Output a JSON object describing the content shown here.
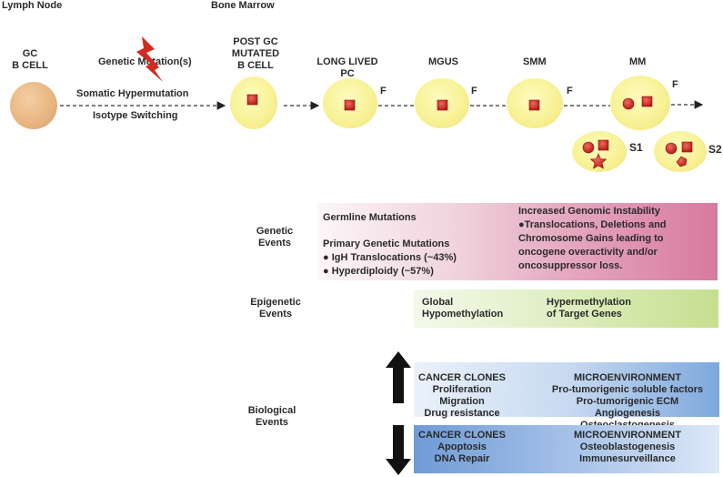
{
  "headers": {
    "lymph_node": "Lymph Node",
    "bone_marrow": "Bone Marrow"
  },
  "stages": {
    "gc": [
      "GC",
      "B CELL"
    ],
    "post_gc": [
      "POST GC",
      "MUTATED",
      "B CELL"
    ],
    "llpc": [
      "LONG LIVED",
      "PC"
    ],
    "mgus": "MGUS",
    "smm": "SMM",
    "mm": "MM",
    "f_label": "F",
    "s1": "S1",
    "s2": "S2"
  },
  "transition": {
    "mutation": "Genetic Mutation(s)",
    "somatic": "Somatic Hypermutation",
    "isotype": "Isotype Switching"
  },
  "genetic": {
    "label": [
      "Genetic",
      "Events"
    ],
    "germline": "Germline Mutations",
    "primary_title": "Primary Genetic Mutations",
    "primary_items": [
      "● IgH Translocations (~43%)",
      "● Hyperdiploidy (~57%)"
    ],
    "instability": [
      "Increased Genomic Instability",
      "●Translocations, Deletions and",
      "Chromosome Gains leading to",
      "oncogene overactivity and/or",
      "oncosuppressor loss."
    ]
  },
  "epigenetic": {
    "label": [
      "Epigenetic",
      "Events"
    ],
    "left": [
      "Global",
      "Hypomethylation"
    ],
    "right": [
      "Hypermethylation",
      "of Target Genes"
    ]
  },
  "biological": {
    "label": [
      "Biological",
      "Events"
    ],
    "up_left_title": "CANCER CLONES",
    "up_left": [
      "Proliferation",
      "Migration",
      "Drug resistance"
    ],
    "up_right_title": "MICROENVIRONMENT",
    "up_right": [
      "Pro-tumorigenic soluble factors",
      "Pro-tumorigenic ECM",
      "Angiogenesis",
      "Osteoclastogenesis"
    ],
    "down_left_title": "CANCER CLONES",
    "down_left": [
      "Apoptosis",
      "DNA Repair"
    ],
    "down_right_title": "MICROENVIRONMENT",
    "down_right": [
      "Osteoblastogenesis",
      "Immunesurveillance"
    ]
  },
  "colors": {
    "cell_fill": "#f8f296",
    "gc_fill": "#e8b47f",
    "marker_red": "#c8201e",
    "bolt_red": "#d42a1f",
    "genetic_start": "#fbf3f6",
    "genetic_end": "#d77a9f",
    "epigenetic_start": "#f1f8e6",
    "epigenetic_end": "#c6df8e",
    "bio_light": "#e6eef9",
    "bio_dark": "#7ea8dc"
  }
}
